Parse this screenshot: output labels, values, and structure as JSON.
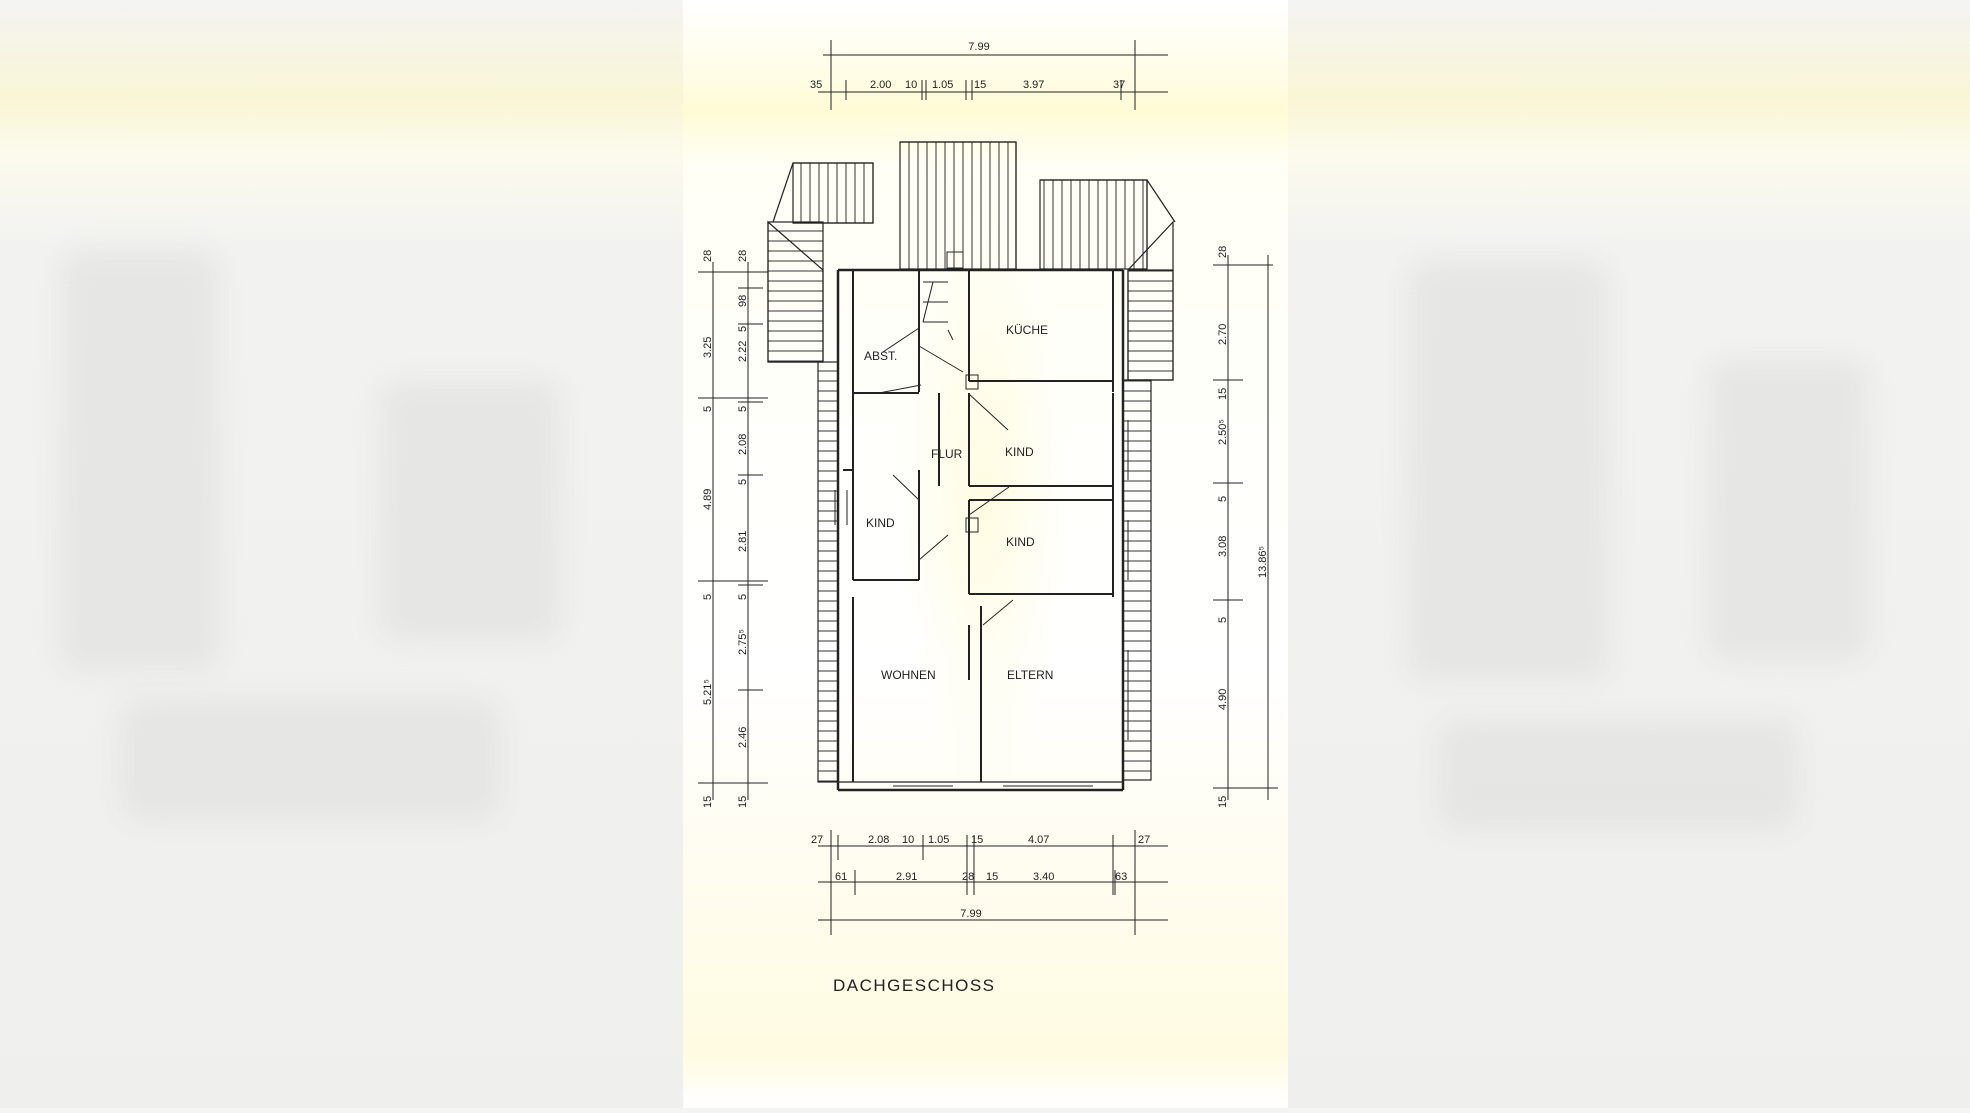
{
  "plan": {
    "title": "DACHGESCHOSS",
    "rooms": {
      "kueche": "KÜCHE",
      "abst": "ABST.",
      "flur": "FLUR",
      "kind1": "KIND",
      "kind2": "KIND",
      "kind3": "KIND",
      "wohnen": "WOHNEN",
      "eltern": "ELTERN"
    },
    "dims_top": {
      "overall": "7.99",
      "d1": "35",
      "d2": "2.00",
      "d3": "10",
      "d4": "1.05",
      "d5": "15",
      "d6": "3.97",
      "d7": "37"
    },
    "dims_bottom": {
      "r1_1": "27",
      "r1_2": "2.08",
      "r1_3": "10",
      "r1_4": "1.05",
      "r1_5": "15",
      "r1_6": "4.07",
      "r1_7": "27",
      "r2_1": "61",
      "r2_2": "2.91",
      "r2_3": "28",
      "r2_4": "15",
      "r2_5": "3.40",
      "r2_6": "63",
      "overall": "7.99"
    },
    "dims_left_outer": {
      "a": "28",
      "b": "3.25",
      "c": "5",
      "d": "4.89",
      "e": "5",
      "f": "5.21⁵",
      "g": "15"
    },
    "dims_left_inner": {
      "a": "28",
      "b": "98",
      "c": "5",
      "d": "2.22",
      "e": "5",
      "f": "2.08",
      "g": "5",
      "h": "2.81",
      "i": "5",
      "j": "2.75⁵",
      "k": "2.46",
      "l": "15"
    },
    "dims_right_inner": {
      "a": "28",
      "b": "2.70",
      "c": "15",
      "d": "2.50⁵",
      "e": "5",
      "f": "3.08",
      "g": "5",
      "h": "4.90",
      "i": "15"
    },
    "dims_right_outer": {
      "overall": "13.86⁵"
    }
  }
}
